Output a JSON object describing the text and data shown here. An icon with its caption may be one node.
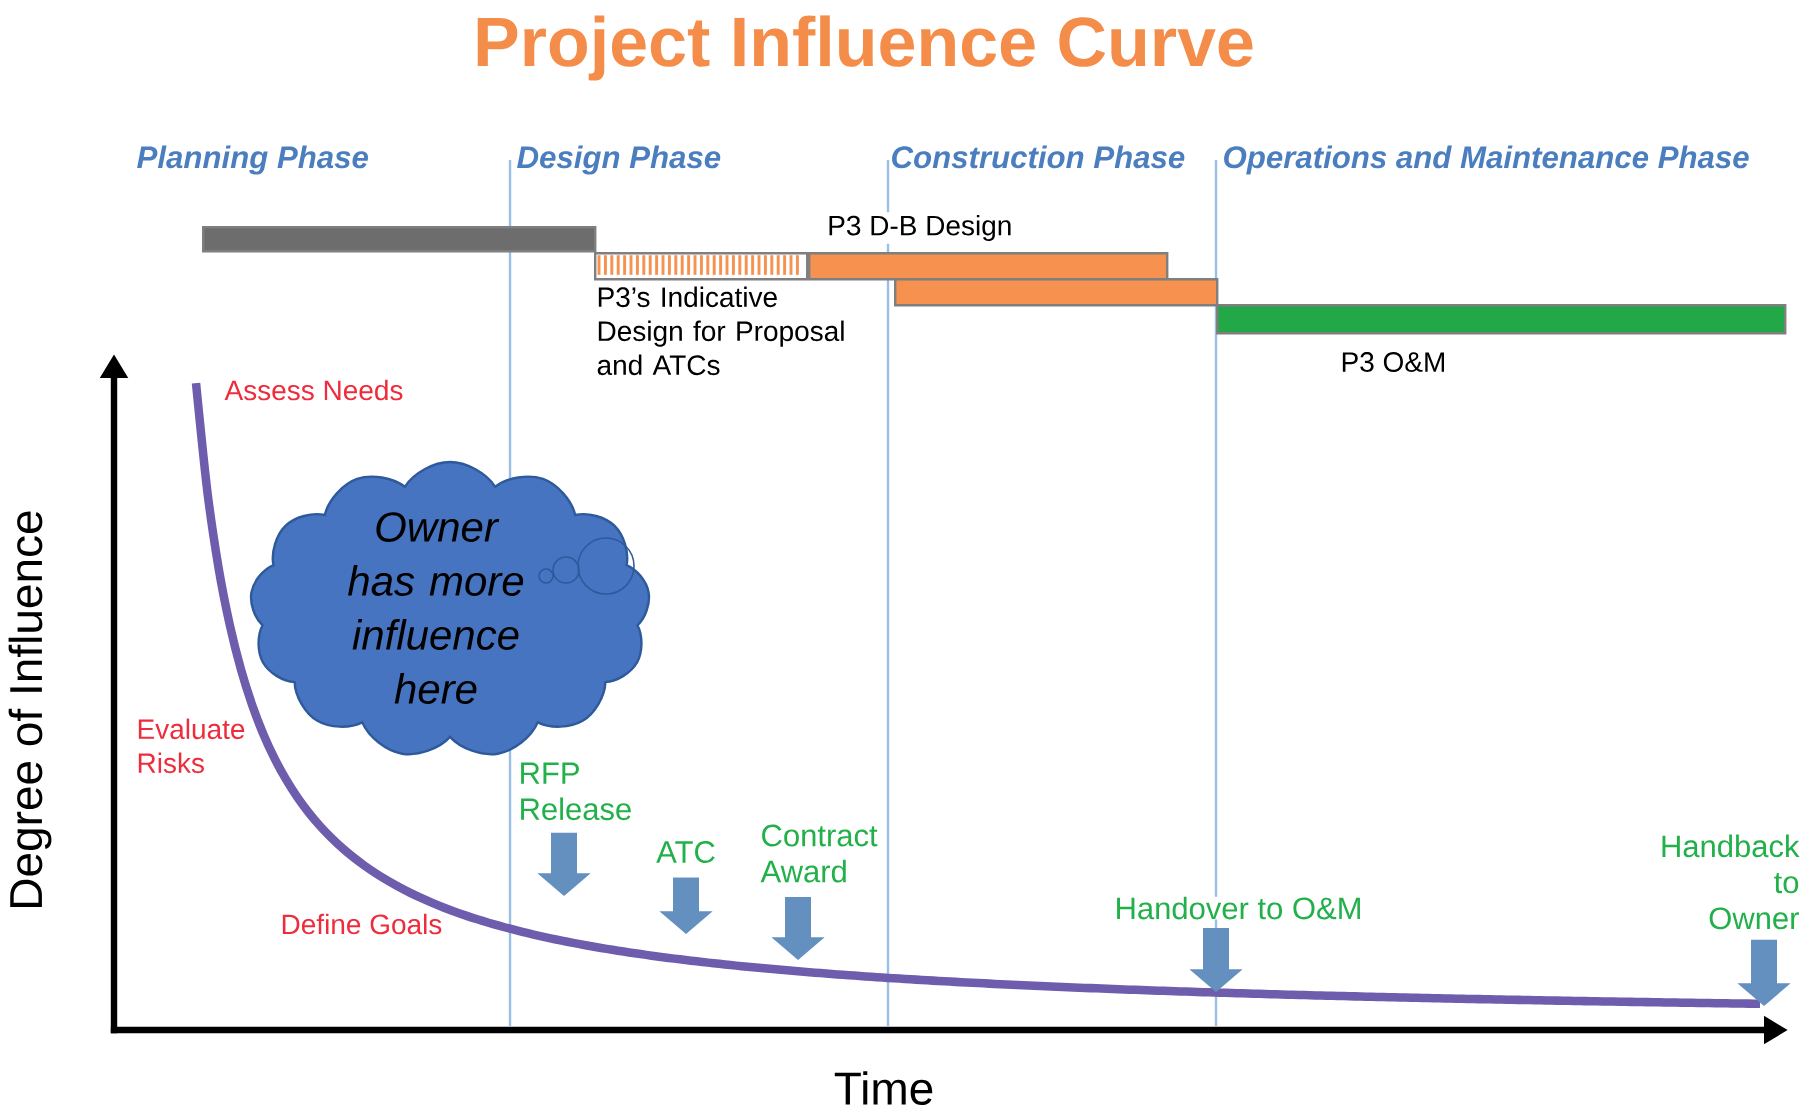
{
  "diagram": {
    "title": "Project Influence Curve",
    "nodes": [
      {
        "text": [],
        "shape": "bar"
      },
      {
        "text": [
          "P3’s Indicative Design for Proposal and ATCs"
        ]
      },
      {
        "text": [
          "P3 D-B Design"
        ]
      },
      {
        "text": [],
        "shape": "bar"
      },
      {
        "text": [
          "P3 O&M"
        ]
      },
      {
        "text": [
          "Owner has more influence here"
        ]
      },
      {
        "text": [
          "RFP Release"
        ]
      },
      {
        "text": [
          "ATC"
        ]
      },
      {
        "text": [
          "Contract Award"
        ]
      },
      {
        "text": [
          "Handover to O&M"
        ]
      },
      {
        "text": [
          "Handback to Owner"
        ]
      }
    ],
    "edges": [
      {
        "from": 6,
        "to": null,
        "arrow": "to"
      },
      {
        "from": 7,
        "to": null,
        "arrow": "to"
      },
      {
        "from": 8,
        "to": null,
        "arrow": "to"
      },
      {
        "from": 9,
        "to": null,
        "arrow": "to"
      },
      {
        "from": 10,
        "to": null,
        "arrow": "to"
      }
    ],
    "labels": [
      "Planning Phase",
      "Design Phase",
      "Construction Phase",
      "Operations and Maintenance Phase",
      "Assess Needs",
      "Degree of Influence",
      "Evaluate Risks",
      "Define Goals",
      "Time"
    ]
  }
}
